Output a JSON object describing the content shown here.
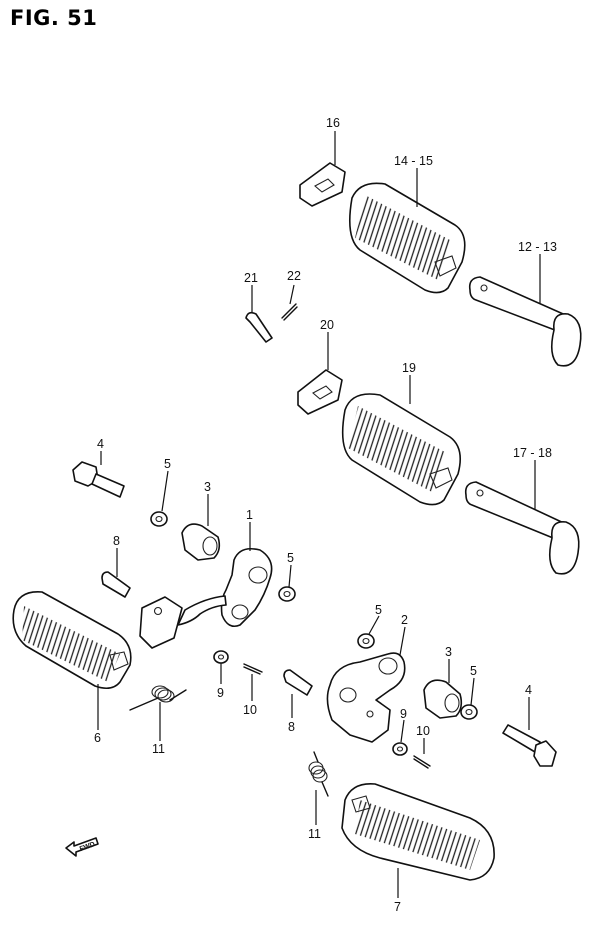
{
  "title": "FIG. 51",
  "direction_label": "FWD",
  "labels": [
    {
      "id": "l16",
      "text": "16"
    },
    {
      "id": "l14",
      "text": "14 - 15"
    },
    {
      "id": "l12",
      "text": "12 - 13"
    },
    {
      "id": "l21",
      "text": "21"
    },
    {
      "id": "l22",
      "text": "22"
    },
    {
      "id": "l20",
      "text": "20"
    },
    {
      "id": "l19",
      "text": "19"
    },
    {
      "id": "l17",
      "text": "17 - 18"
    },
    {
      "id": "l4a",
      "text": "4"
    },
    {
      "id": "l5a",
      "text": "5"
    },
    {
      "id": "l3a",
      "text": "3"
    },
    {
      "id": "l1",
      "text": "1"
    },
    {
      "id": "l8a",
      "text": "8"
    },
    {
      "id": "l5b",
      "text": "5"
    },
    {
      "id": "l6",
      "text": "6"
    },
    {
      "id": "l9a",
      "text": "9"
    },
    {
      "id": "l10a",
      "text": "10"
    },
    {
      "id": "l11a",
      "text": "11"
    },
    {
      "id": "l5c",
      "text": "5"
    },
    {
      "id": "l2",
      "text": "2"
    },
    {
      "id": "l3b",
      "text": "3"
    },
    {
      "id": "l5d",
      "text": "5"
    },
    {
      "id": "l8b",
      "text": "8"
    },
    {
      "id": "l9b",
      "text": "9"
    },
    {
      "id": "l10b",
      "text": "10"
    },
    {
      "id": "l4b",
      "text": "4"
    },
    {
      "id": "l11b",
      "text": "11"
    },
    {
      "id": "l7",
      "text": "7"
    }
  ]
}
